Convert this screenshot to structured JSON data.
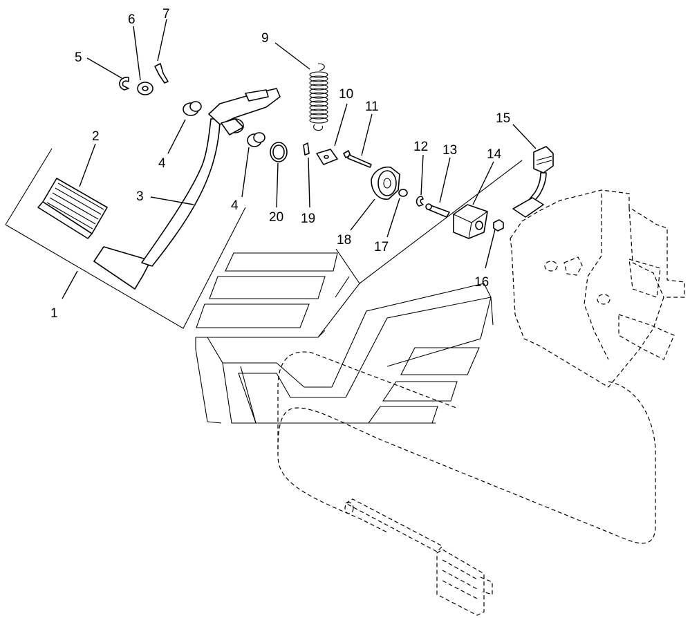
{
  "callouts": [
    {
      "id": "1",
      "label": "1"
    },
    {
      "id": "2",
      "label": "2"
    },
    {
      "id": "3",
      "label": "3"
    },
    {
      "id": "4a",
      "label": "4"
    },
    {
      "id": "4b",
      "label": "4"
    },
    {
      "id": "5",
      "label": "5"
    },
    {
      "id": "6",
      "label": "6"
    },
    {
      "id": "7",
      "label": "7"
    },
    {
      "id": "9",
      "label": "9"
    },
    {
      "id": "10",
      "label": "10"
    },
    {
      "id": "11",
      "label": "11"
    },
    {
      "id": "12",
      "label": "12"
    },
    {
      "id": "13",
      "label": "13"
    },
    {
      "id": "14",
      "label": "14"
    },
    {
      "id": "15",
      "label": "15"
    },
    {
      "id": "16",
      "label": "16"
    },
    {
      "id": "17",
      "label": "17"
    },
    {
      "id": "18",
      "label": "18"
    },
    {
      "id": "19",
      "label": "19"
    },
    {
      "id": "20",
      "label": "20"
    }
  ],
  "colors": {
    "line": "#000000",
    "background": "#ffffff"
  }
}
